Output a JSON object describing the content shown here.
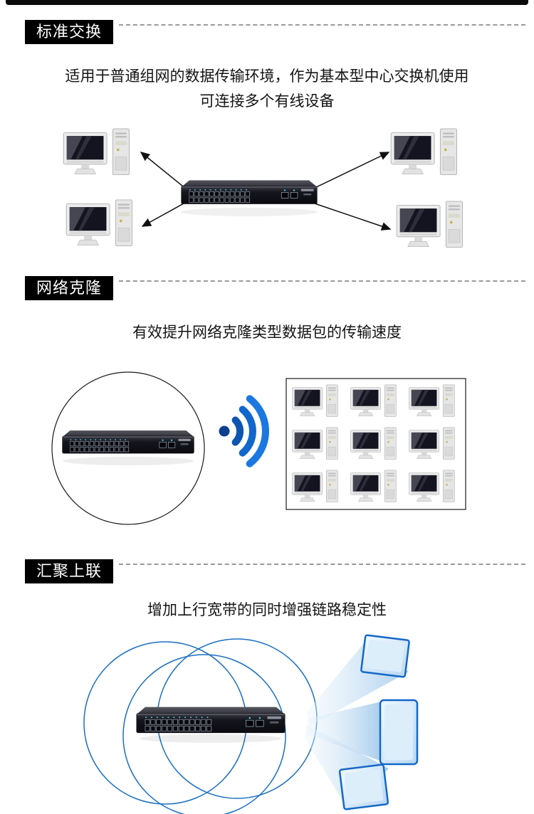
{
  "sections": [
    {
      "title": "标准交换",
      "desc": [
        "适用于普通组网的数据传输环境，作为基本型中心交换机使用",
        "可连接多个有线设备"
      ]
    },
    {
      "title": "网络克隆",
      "desc": [
        "有效提升网络克隆类型数据包的传输速度"
      ]
    },
    {
      "title": "汇聚上联",
      "desc": [
        "增加上行宽带的同时增强链路稳定性"
      ]
    }
  ],
  "icons": {
    "pc": "desktop-computer-icon",
    "switch": "network-switch-icon",
    "wifi": "wifi-signal-icon",
    "screen": "display-screen-icon",
    "arrow": "connection-arrow"
  },
  "colors": {
    "header_bg": "#000000",
    "header_text": "#ffffff",
    "dash_gray": "#9a9a9a",
    "wifi_blue": "#1267cc",
    "circle_blue": "#1a6fc2",
    "beam_blue": "#aecfee",
    "device_border": "#1468c8",
    "led_cyan": "#49d6f2"
  }
}
